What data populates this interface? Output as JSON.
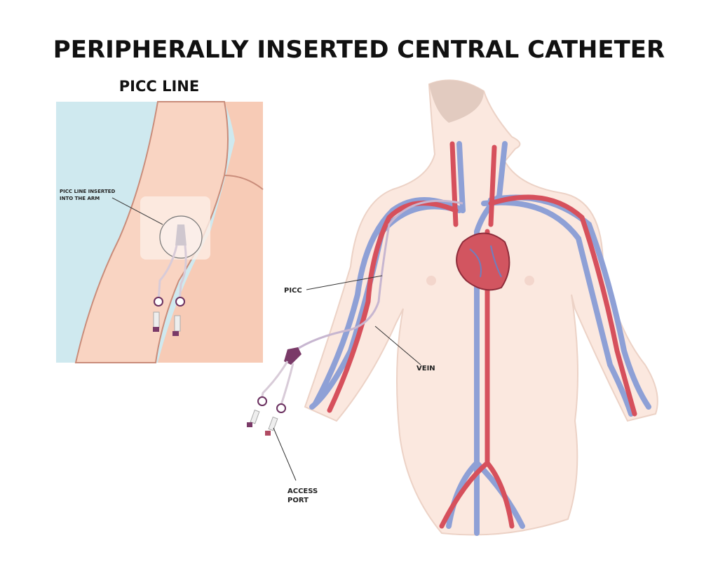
{
  "title": "PERIPHERALLY INSERTED CENTRAL CATHETER",
  "inset": {
    "heading": "PICC LINE",
    "label_line1": "PICC LINE INSERTED",
    "label_line2": "INTO THE ARM"
  },
  "labels": {
    "picc": "PICC",
    "vein": "VEIN",
    "access_line1": "ACCESS",
    "access_line2": "PORT"
  },
  "colors": {
    "inset_bg": "#cfe9ef",
    "arm_skin": "#f7cbb6",
    "body_skin": "#fbe8df",
    "artery": "#d6505c",
    "vein": "#8ea0d6",
    "catheter_hub": "#7a3a68"
  }
}
